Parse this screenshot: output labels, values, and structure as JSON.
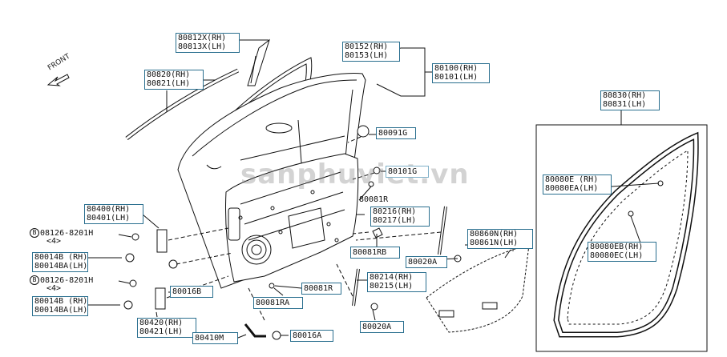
{
  "direction": "FRONT",
  "watermark": "sanphuviet.vn",
  "colors": {
    "line": "#111111",
    "box": "#2a6f8f"
  },
  "labels": {
    "p80812": [
      "80812X(RH)",
      "80813X(LH)"
    ],
    "p80152": [
      "80152(RH)",
      "80153(LH)"
    ],
    "p80100": [
      "80100(RH)",
      "80101(LH)"
    ],
    "p80820": [
      "80820(RH)",
      "80821(LH)"
    ],
    "p80091G": "80091G",
    "p80101G": "80101G",
    "p80081R_top": "80081R",
    "p80216": [
      "80216(RH)",
      "80217(LH)"
    ],
    "p80400": [
      "80400(RH)",
      "80401(LH)"
    ],
    "bolt1": "08126-8201H",
    "bolt1_qty": "<4>",
    "p80014_a": [
      "80014B (RH)",
      "80014BA(LH)"
    ],
    "bolt2": "08126-8201H",
    "bolt2_qty": "<4>",
    "p80016B": "80016B",
    "p80014_b": [
      "80014B (RH)",
      "80014BA(LH)"
    ],
    "p80420": [
      "80420(RH)",
      "80421(LH)"
    ],
    "p80410M": "80410M",
    "p80016A": "80016A",
    "p80081RB": "80081RB",
    "p80020A_top": "80020A",
    "p80081R_bot": "80081R",
    "p80081RA": "80081RA",
    "p80214": [
      "80214(RH)",
      "80215(LH)"
    ],
    "p80020A_bot": "80020A",
    "p80860": [
      "80860N(RH)",
      "80861N(LH)"
    ],
    "p80830": [
      "80830(RH)",
      "80831(LH)"
    ],
    "p80080E": [
      "80080E (RH)",
      "80080EA(LH)"
    ],
    "p80080EB": [
      "80080EB(RH)",
      "80080EC(LH)"
    ]
  }
}
